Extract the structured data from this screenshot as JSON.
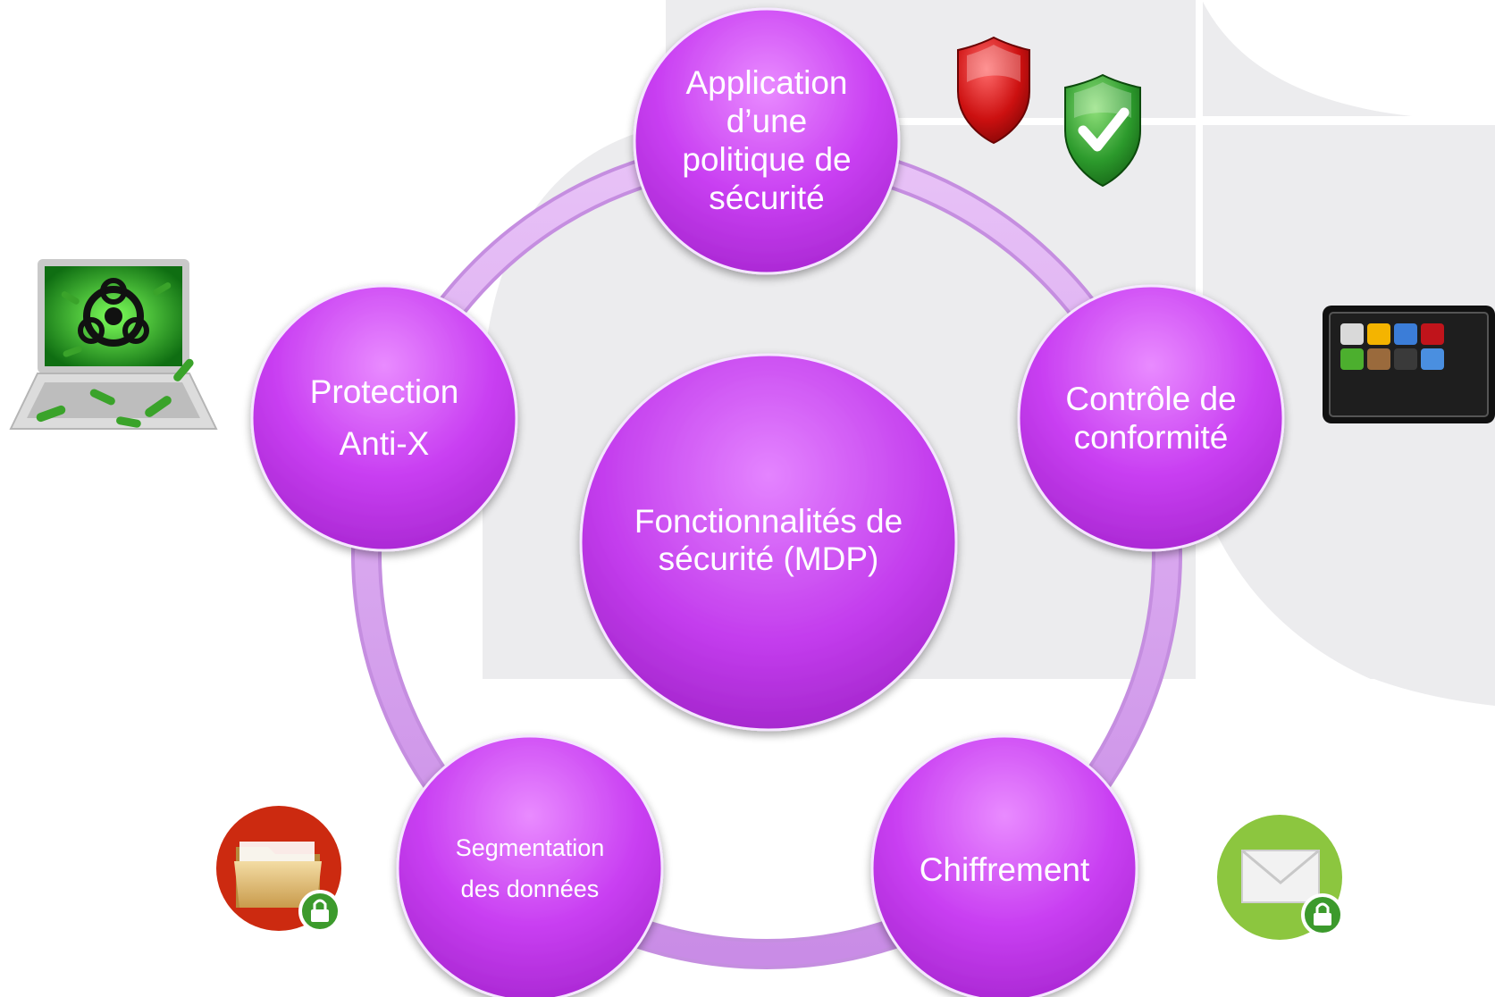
{
  "diagram": {
    "center": {
      "label": "Fonctionnalités de\nsécurité (MDP)"
    },
    "nodes": [
      {
        "id": "policy",
        "label": "Application\nd’une\npolitique de\nsécurité"
      },
      {
        "id": "compliance",
        "label": "Contrôle de\nconformité"
      },
      {
        "id": "encryption",
        "label": "Chiffrement"
      },
      {
        "id": "segmentation",
        "label": "Segmentation\ndes données"
      },
      {
        "id": "antix",
        "label": "Protection\nAnti-X"
      }
    ]
  },
  "icons": [
    "red-shield-icon",
    "green-check-shield-icon",
    "app-grid-tablet-icon",
    "locked-envelope-icon",
    "locked-folder-icon",
    "infected-laptop-icon"
  ],
  "colors": {
    "node_fill": "#c53ff0",
    "node_fill_light": "#e07cff",
    "ring": "#d9a6f0",
    "background_shape": "#ececee"
  }
}
